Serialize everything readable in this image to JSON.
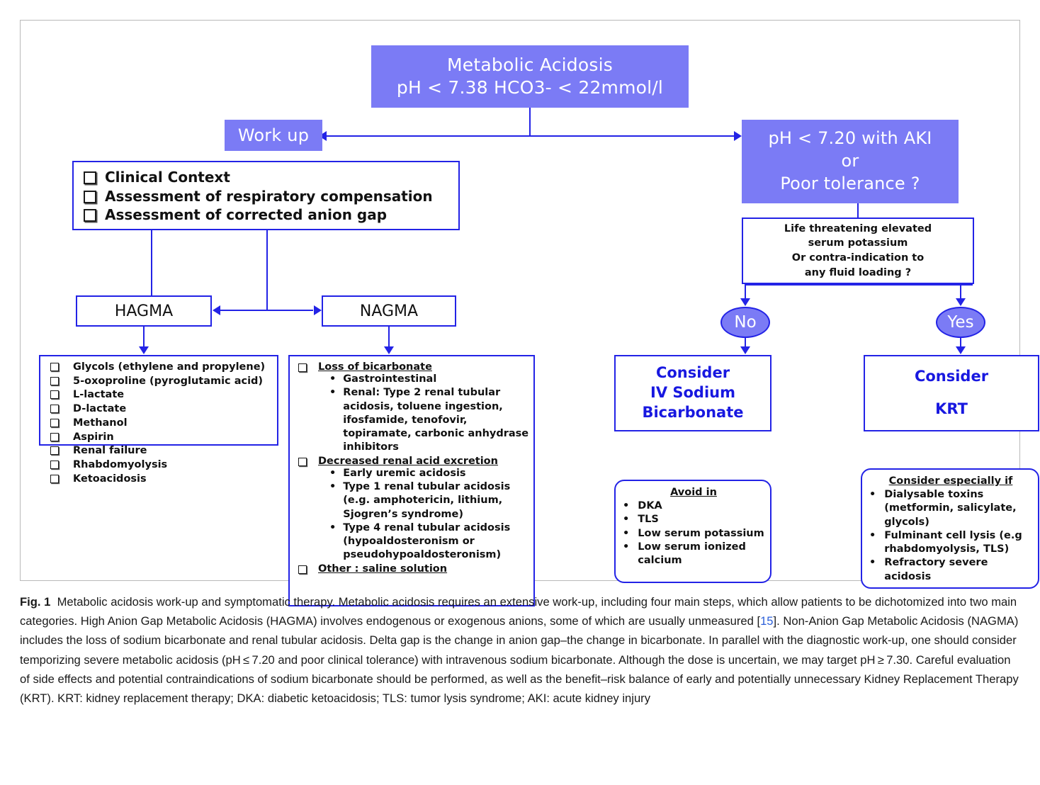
{
  "figure": {
    "top_box": {
      "line1": "Metabolic Acidosis",
      "line2": "pH < 7.38 HCO3- < 22mmol/l"
    },
    "workup_label": "Work up",
    "ph_aki_box": {
      "line1": "pH < 7.20 with AKI",
      "line2": "or",
      "line3": "Poor tolerance ?"
    },
    "clinical_box": {
      "items": [
        "Clinical Context",
        "Assessment of respiratory compensation",
        "Assessment of corrected anion gap"
      ]
    },
    "hagma_label": "HAGMA",
    "nagma_label": "NAGMA",
    "hagma_list": [
      "Glycols (ethylene and propylene)",
      "5-oxoproline (pyroglutamic acid)",
      "L-lactate",
      "D-lactate",
      "Methanol",
      "Aspirin",
      "Renal failure",
      "Rhabdomyolysis",
      "Ketoacidosis"
    ],
    "nagma_groups": [
      {
        "label": "Loss of bicarbonate",
        "items": [
          "Gastrointestinal",
          "Renal: Type 2  renal tubular acidosis, toluene ingestion, ifosfamide, tenofovir, topiramate, carbonic anhydrase inhibitors"
        ]
      },
      {
        "label": "Decreased renal acid excretion",
        "items": [
          "Early uremic acidosis",
          "Type 1 renal tubular acidosis (e.g. amphotericin, lithium, Sjogren’s syndrome)",
          "Type 4 renal tubular acidosis (hypoaldosteronism or pseudohypoaldosteronism)"
        ]
      },
      {
        "label": "Other : saline solution",
        "items": []
      }
    ],
    "decision_box": {
      "lines": [
        "Life threatening elevated",
        "serum potassium",
        "Or contra-indication to",
        "any fluid loading ?"
      ]
    },
    "branch_no_label": "No",
    "branch_yes_label": "Yes",
    "consider_bicarbonate": {
      "line1": "Consider",
      "line2": "IV Sodium",
      "line3": "Bicarbonate"
    },
    "consider_krt": {
      "line1": "Consider",
      "line2": "KRT"
    },
    "avoid_box": {
      "title": "Avoid in",
      "items": [
        "DKA",
        "TLS",
        "Low serum potassium",
        "Low serum ionized calcium"
      ]
    },
    "especially_box": {
      "title": "Consider especially if",
      "items": [
        "Dialysable toxins (metformin, salicylate, glycols)",
        "Fulminant cell lysis (e.g rhabdomyolysis, TLS)",
        "Refractory severe acidosis"
      ]
    }
  },
  "caption": {
    "label": "Fig. 1",
    "part1": "Metabolic acidosis work-up and symptomatic therapy. Metabolic acidosis requires an extensive work-up, including four main steps, which allow patients to be dichotomized into two main categories. High Anion Gap Metabolic Acidosis (HAGMA) involves endogenous or exogenous anions, some of which are usually unmeasured [",
    "ref": "15",
    "part2": "]. Non-Anion Gap Metabolic Acidosis (NAGMA) includes the loss of sodium bicarbonate and renal tubular acidosis. Delta gap is the change in anion gap–the change in bicarbonate. In parallel with the diagnostic work-up, one should consider temporizing severe metabolic acidosis (pH ≤ 7.20 and poor clinical tolerance) with intravenous sodium bicarbonate. Although the dose is uncertain, we may target pH ≥ 7.30. Careful evaluation of side effects and potential contraindications of sodium bicarbonate should be performed, as well as the benefit–risk balance of early and potentially unnecessary Kidney Replacement Therapy (KRT). KRT: kidney replacement therapy; DKA: diabetic ketoacidosis; TLS: tumor lysis syndrome; AKI: acute kidney injury"
  },
  "colors": {
    "purple_fill": "#7b7bf5",
    "stroke_blue": "#2323e6",
    "text_blue": "#1818e0",
    "ref_link": "#2b5fd9"
  }
}
